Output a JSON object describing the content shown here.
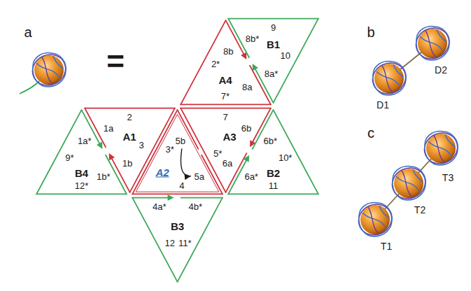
{
  "diagram": {
    "nodes": [
      {
        "text": [
          "A1",
          "2",
          "1a",
          "1b",
          "3"
        ]
      },
      {
        "text": [
          "A2",
          "3*",
          "5b",
          "5a",
          "4"
        ]
      },
      {
        "text": [
          "A3",
          "7",
          "6b",
          "6a",
          "5*"
        ]
      },
      {
        "text": [
          "A4",
          "8b",
          "8a",
          "2*",
          "7*"
        ]
      },
      {
        "text": [
          "B1",
          "9",
          "10",
          "8b*",
          "8a*"
        ]
      },
      {
        "text": [
          "B2",
          "6b*",
          "10*",
          "6a*",
          "11"
        ]
      },
      {
        "text": [
          "B3",
          "4a*",
          "4b*",
          "12",
          "11*"
        ]
      },
      {
        "text": [
          "B4",
          "1a*",
          "9*",
          "1b*",
          "12*"
        ]
      }
    ],
    "labels": [
      "a",
      "=",
      "b",
      "D1",
      "D2",
      "c",
      "T1",
      "T2",
      "T3"
    ]
  }
}
